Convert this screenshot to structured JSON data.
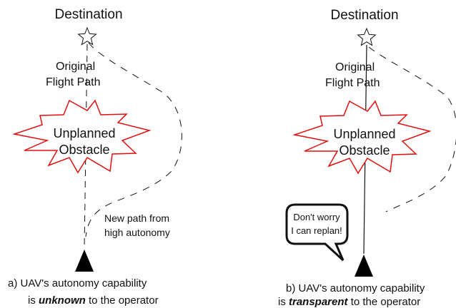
{
  "colors": {
    "starburst": "#e01010",
    "ink": "#111111",
    "background": "#ffffff"
  },
  "icons": [
    "star-icon",
    "starburst-icon",
    "uav-triangle-icon",
    "speech-bubble-icon"
  ],
  "panel_a": {
    "destination": "Destination",
    "original_path_line1": "Original",
    "original_path_line2": "Flight Path",
    "obstacle_line1": "Unplanned",
    "obstacle_line2": "Obstacle",
    "new_path_line1": "New path from",
    "new_path_line2": "high autonomy",
    "caption_line1": "a) UAV's autonomy capability",
    "caption_pre": "is ",
    "caption_emph": "unknown",
    "caption_post": " to the operator"
  },
  "panel_b": {
    "destination": "Destination",
    "original_path_line1": "Original",
    "original_path_line2": "Flight Path",
    "obstacle_line1": "Unplanned",
    "obstacle_line2": "Obstacle",
    "bubble_line1": "Don't worry",
    "bubble_line2": "I can replan!",
    "caption_line1": "b) UAV's autonomy capability",
    "caption_pre": "is ",
    "caption_emph": "transparent",
    "caption_post": " to the operator"
  }
}
